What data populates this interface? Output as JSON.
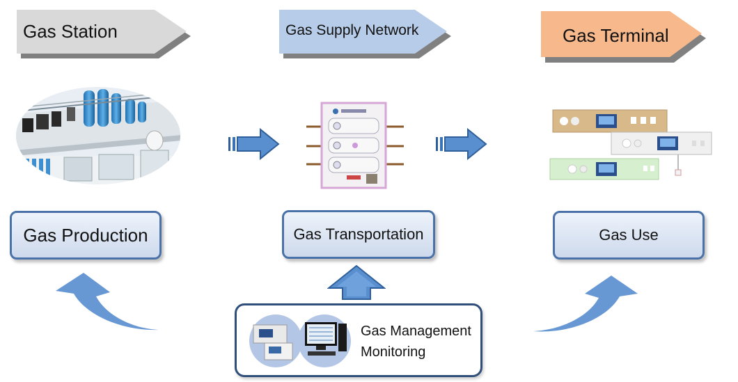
{
  "banners": {
    "station": "Gas Station",
    "network": "Gas Supply Network",
    "terminal": "Gas Terminal"
  },
  "stages": {
    "production": "Gas Production",
    "transportation": "Gas Transportation",
    "use": "Gas Use"
  },
  "monitoring": {
    "line1": "Gas Management",
    "line2": "Monitoring"
  },
  "colors": {
    "banner_gray": "#d9d9d9",
    "banner_blue": "#b7cce8",
    "banner_orange": "#f7b98b",
    "arrow_blue": "#5a8fcf",
    "box_border": "#4a71a8"
  },
  "icons": {
    "plant": "gas-plant-illustration",
    "panel": "gas-distribution-panel-illustration",
    "terminals": "gas-terminal-units-illustration",
    "computers": "monitoring-computers-illustration"
  }
}
